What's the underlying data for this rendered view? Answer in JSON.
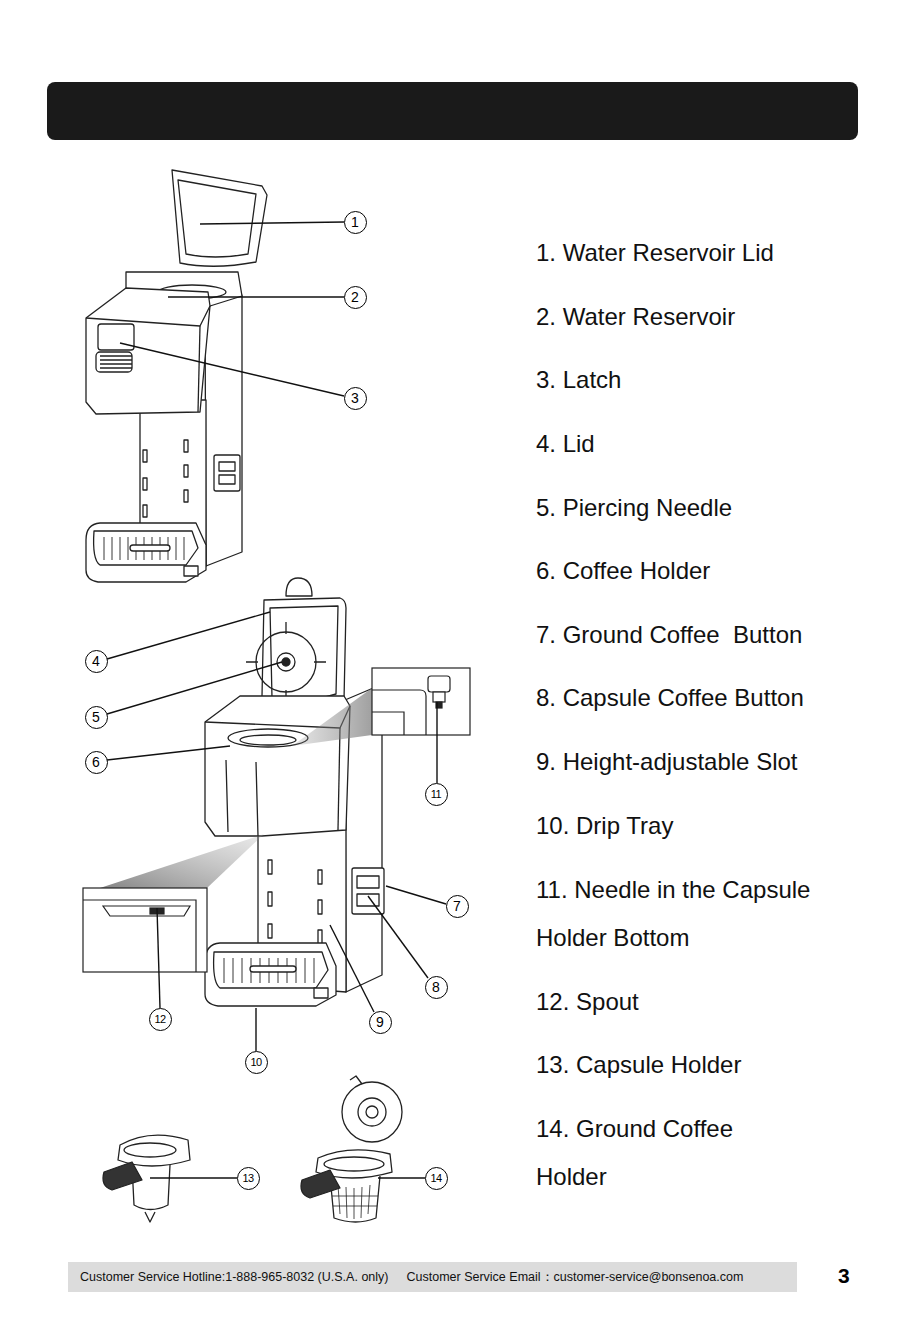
{
  "diagram": {
    "nodes": [
      {
        "text": [
          "Customer Service Hotline:1-888-965-8032 (U.S.A. only)",
          "Customer Service Email：customer-service@bonsenoa.com"
        ]
      }
    ],
    "labels": [
      "1",
      "2",
      "3",
      "4",
      "5",
      "6",
      "7",
      "8",
      "9",
      "10",
      "11",
      "12",
      "13",
      "14",
      "1. Water Reservoir Lid",
      "2. Water Reservoir",
      "3. Latch",
      "4. Lid",
      "5. Piercing Needle",
      "6. Coffee Holder",
      "7. Ground Coffee  Button",
      "8. Capsule Coffee Button",
      "9. Height-adjustable Slot",
      "10. Drip Tray",
      "11. Needle in the Capsule Holder Bottom",
      "12. Spout",
      "13. Capsule Holder",
      "14. Ground Coffee Holder",
      "3"
    ]
  }
}
